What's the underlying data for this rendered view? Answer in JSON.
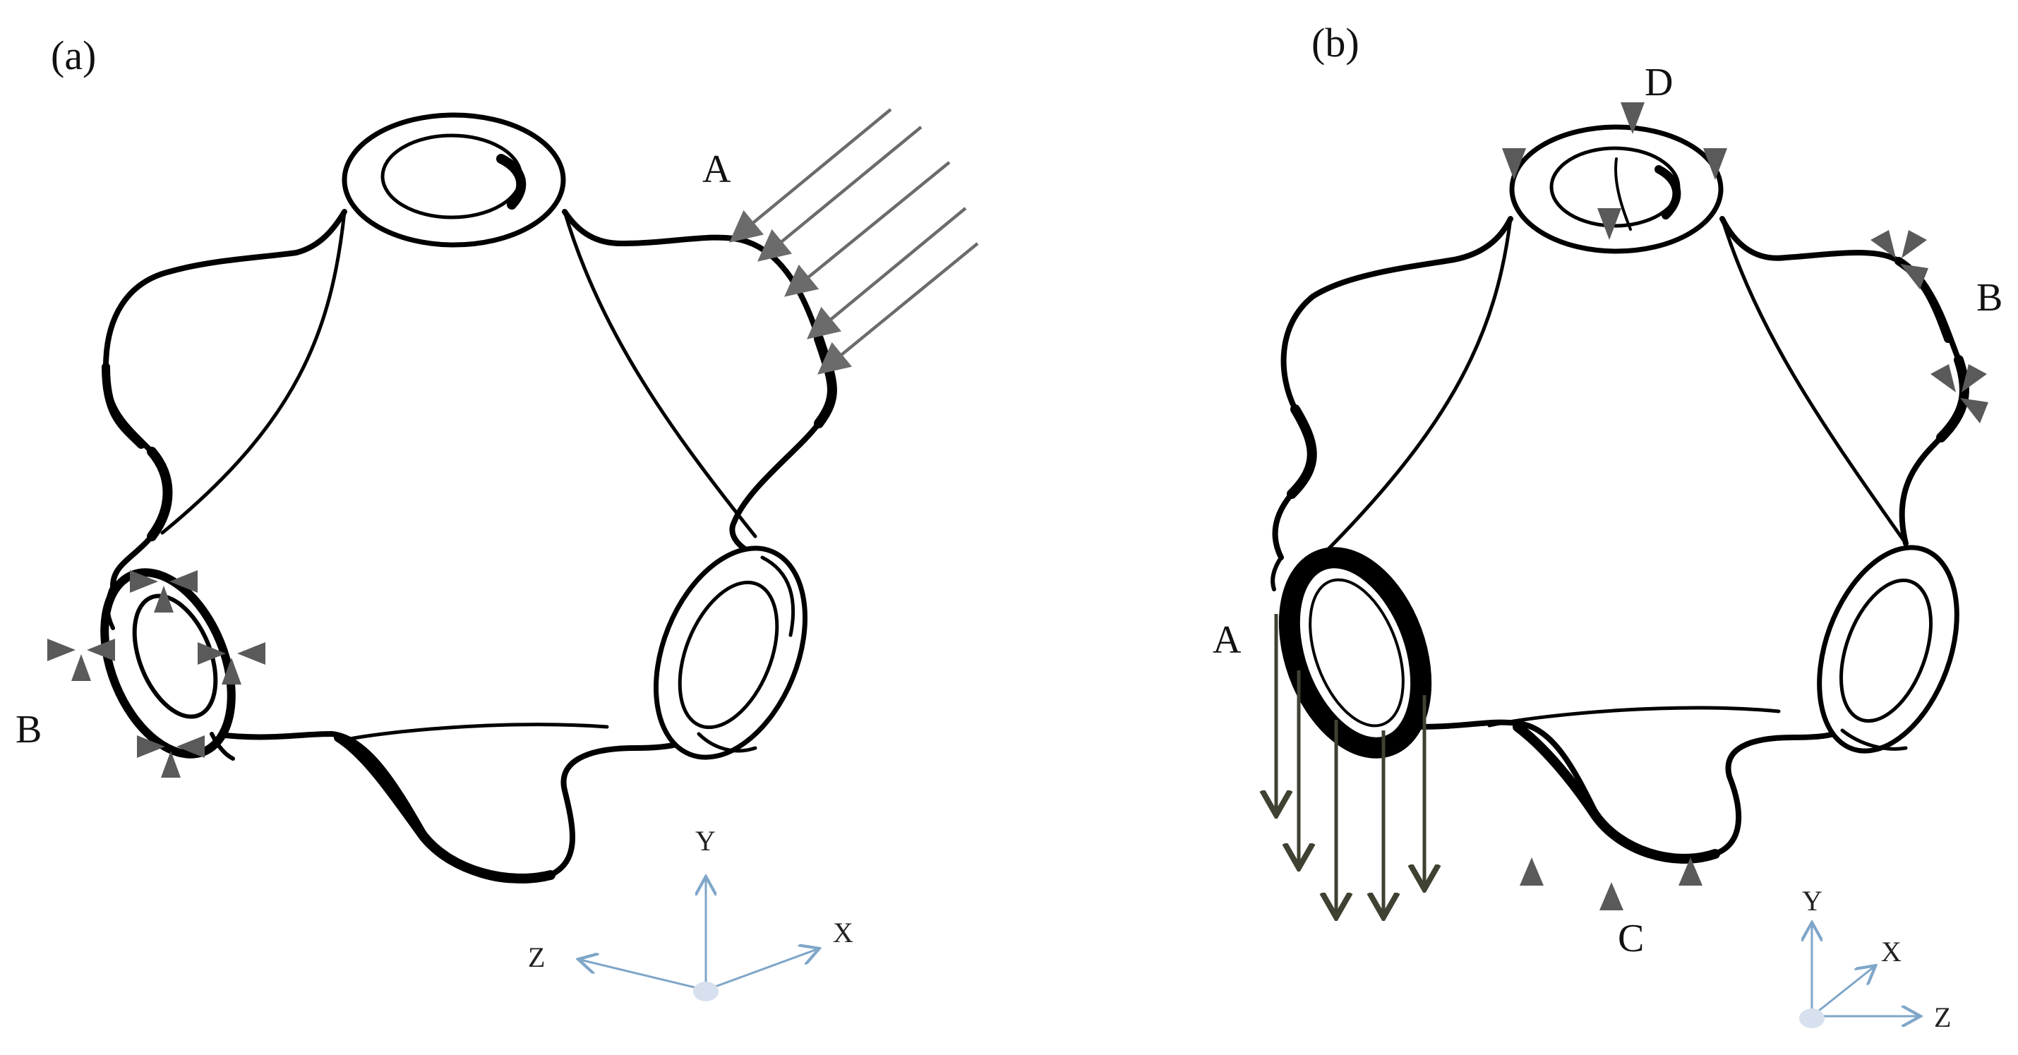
{
  "panel_a": {
    "label": "(a)",
    "load_label": "A",
    "support_label": "B",
    "axes": {
      "y": "Y",
      "x": "X",
      "z": "Z"
    }
  },
  "panel_b": {
    "label": "(b)",
    "load_label": "A",
    "support_b_label": "B",
    "support_c_label": "C",
    "support_d_label": "D",
    "axes": {
      "y": "Y",
      "x": "X",
      "z": "Z"
    }
  },
  "colors": {
    "outline": "#000000",
    "arrow_a": "#6b6b6b",
    "support_marker": "#5a5a5a",
    "arrow_b": "#3f4232",
    "axis": "#7fa6c8",
    "axis_origin": "#d7e0ee"
  }
}
